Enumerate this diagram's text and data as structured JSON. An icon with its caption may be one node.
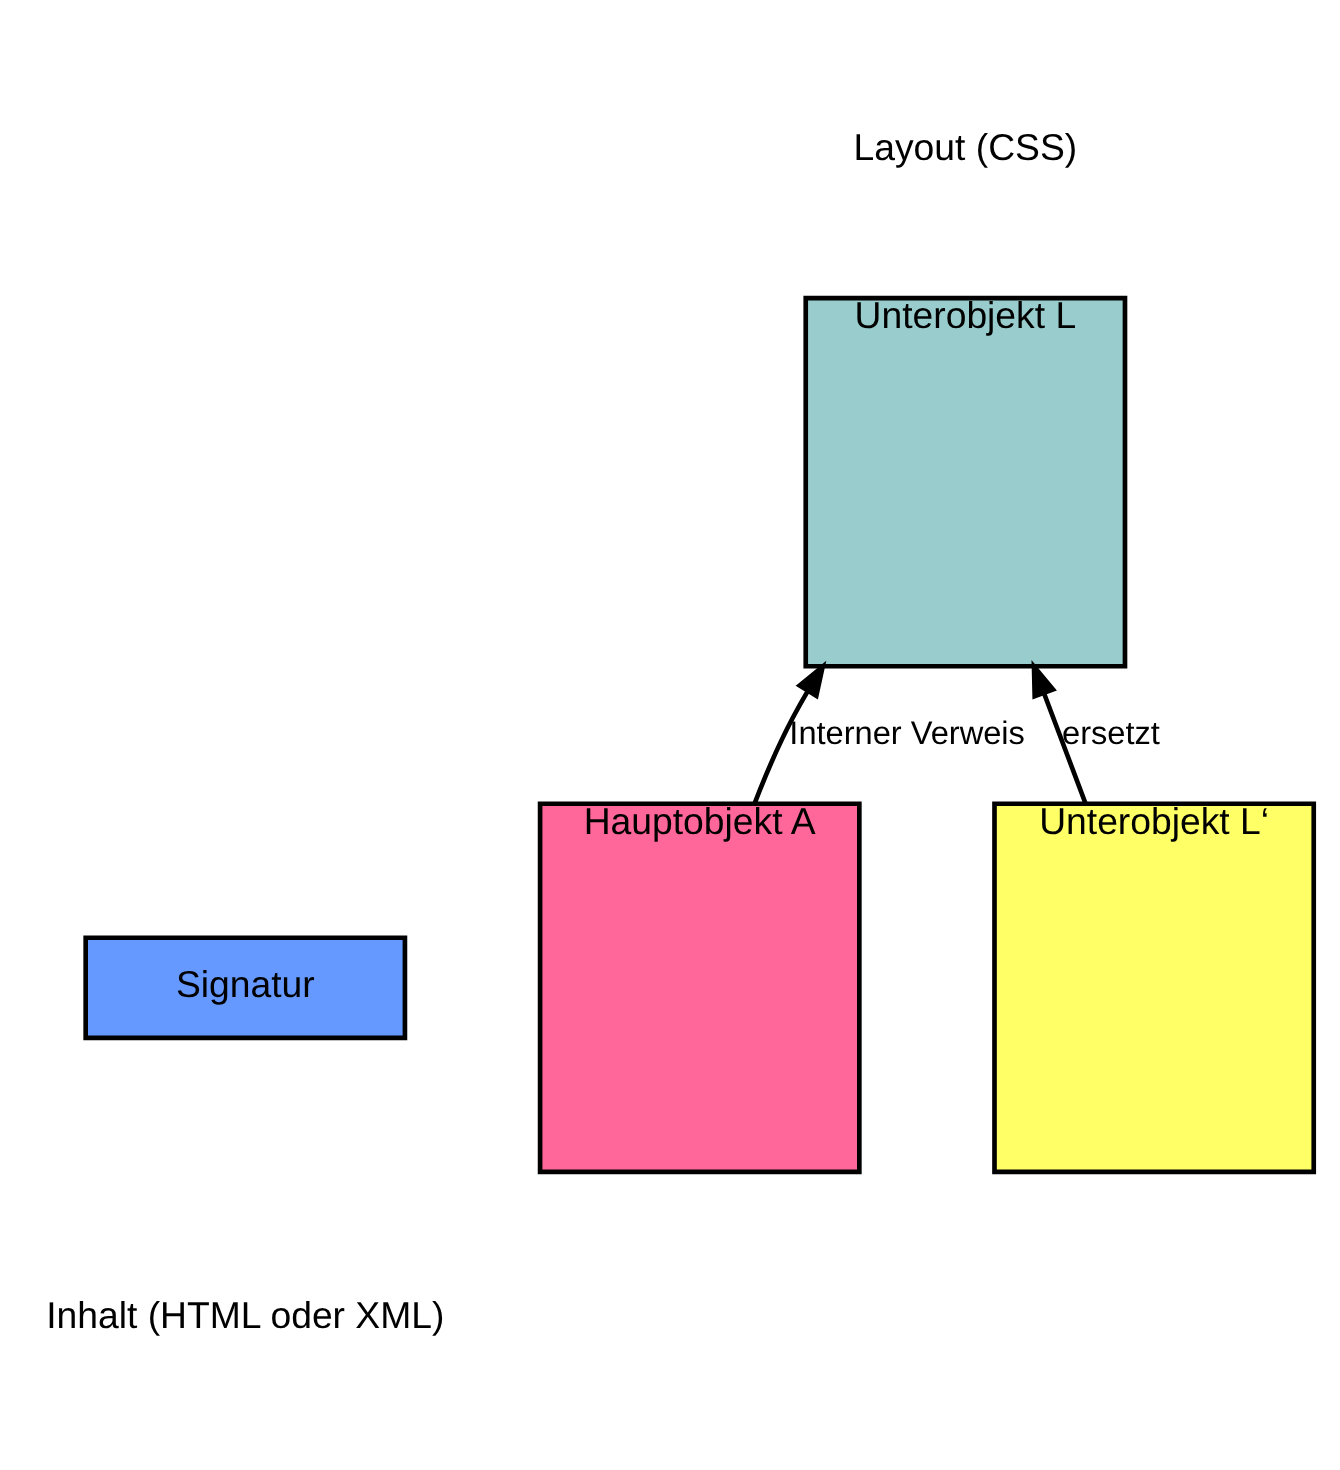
{
  "diagram": {
    "nodes": [
      {
        "text": [
          "Unterobjekt L"
        ]
      },
      {
        "text": [
          "Hauptobjekt A"
        ]
      },
      {
        "text": [
          "Signatur"
        ]
      },
      {
        "text": [
          "Unterobjekt L‘"
        ]
      }
    ],
    "edges": [
      {
        "from": 1,
        "to": 0,
        "arrow": "to",
        "label": "Interner Verweis"
      },
      {
        "from": 3,
        "to": 0,
        "arrow": "to",
        "label": "ersetzt"
      }
    ],
    "labels": [
      "Layout (CSS)",
      "Inhalt (HTML oder XML)"
    ]
  }
}
